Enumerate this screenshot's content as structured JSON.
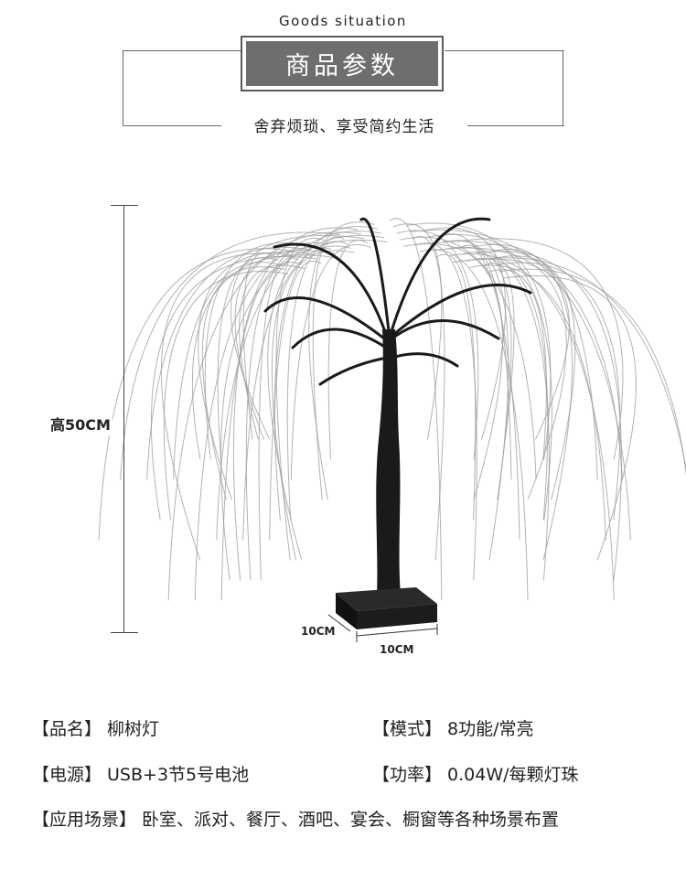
{
  "header": {
    "eyebrow": "Goods situation",
    "title": "商品参数",
    "slogan": "舍弃烦琐、享受简约生活"
  },
  "dimensions": {
    "height_label": "高50CM",
    "depth_label": "10CM",
    "width_label": "10CM"
  },
  "specs": {
    "name": {
      "key": "【品名】",
      "value": "柳树灯"
    },
    "mode": {
      "key": "【模式】",
      "value": "8功能/常亮"
    },
    "power_source": {
      "key": "【电源】",
      "value": "USB+3节5号电池"
    },
    "power": {
      "key": "【功率】",
      "value": "0.04W/每颗灯珠"
    },
    "scenes": {
      "key": "【应用场景】",
      "value": "卧室、派对、餐厅、酒吧、宴会、橱窗等各种场景布置"
    }
  },
  "colors": {
    "title_bg": "#6e6e6e",
    "frame": "#666666",
    "trunk": "#1a1a1a",
    "branch_wire": "#9a9a9a"
  },
  "icons": [
    "willow-tree-lamp-image"
  ]
}
